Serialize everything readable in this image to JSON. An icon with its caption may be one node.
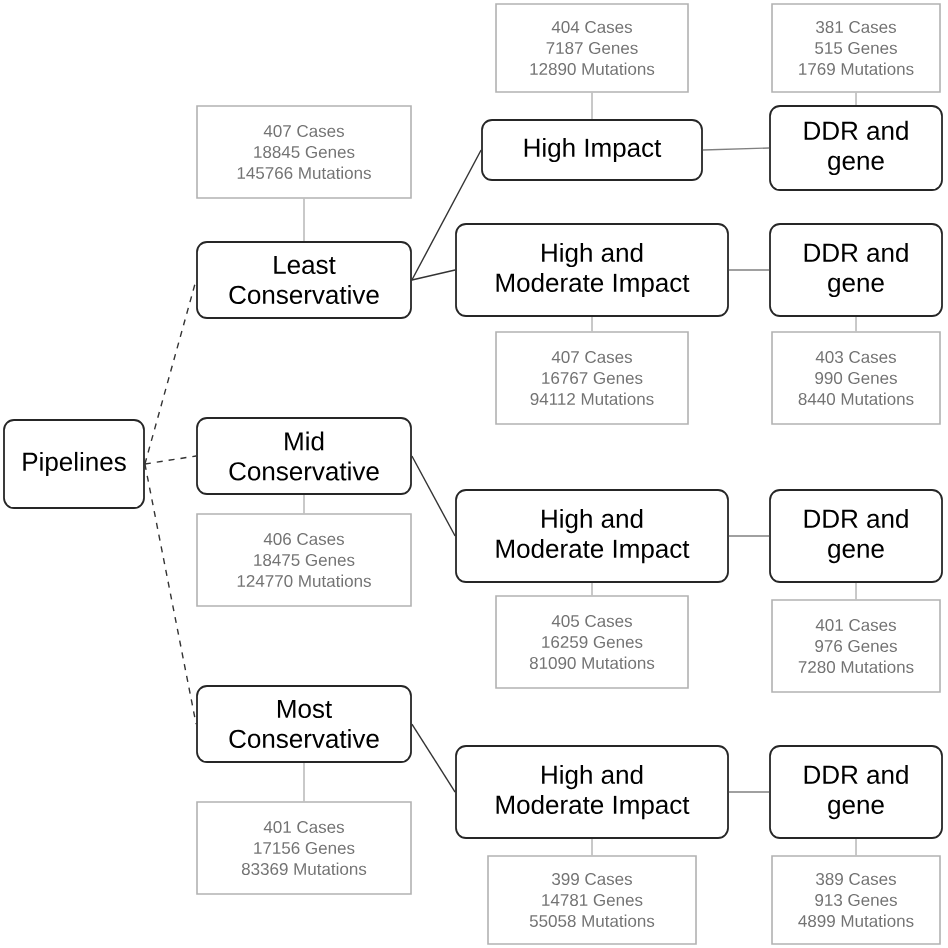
{
  "diagram": {
    "nodes": [
      {
        "text": [
          "Pipelines"
        ]
      },
      {
        "text": [
          "407 Cases",
          "18845 Genes",
          "145766 Mutations"
        ]
      },
      {
        "text": [
          "Least Conservative"
        ]
      },
      {
        "text": [
          "Mid Conservative"
        ]
      },
      {
        "text": [
          "406 Cases",
          "18475 Genes",
          "124770 Mutations"
        ]
      },
      {
        "text": [
          "Most Conservative"
        ]
      },
      {
        "text": [
          "401 Cases",
          "17156 Genes",
          "83369 Mutations"
        ]
      },
      {
        "text": [
          "404 Cases",
          "7187 Genes",
          "12890 Mutations"
        ]
      },
      {
        "text": [
          "High Impact"
        ]
      },
      {
        "text": [
          "High and Moderate Impact"
        ]
      },
      {
        "text": [
          "407 Cases",
          "16767 Genes",
          "94112 Mutations"
        ]
      },
      {
        "text": [
          "High and Moderate Impact"
        ]
      },
      {
        "text": [
          "405 Cases",
          "16259 Genes",
          "81090 Mutations"
        ]
      },
      {
        "text": [
          "High and Moderate Impact"
        ]
      },
      {
        "text": [
          "399 Cases",
          "14781 Genes",
          "55058 Mutations"
        ]
      },
      {
        "text": [
          "381 Cases",
          "515 Genes",
          "1769 Mutations"
        ]
      },
      {
        "text": [
          "DDR and gene"
        ]
      },
      {
        "text": [
          "DDR and gene"
        ]
      },
      {
        "text": [
          "403 Cases",
          "990 Genes",
          "8440 Mutations"
        ]
      },
      {
        "text": [
          "DDR and gene"
        ]
      },
      {
        "text": [
          "401 Cases",
          "976 Genes",
          "7280 Mutations"
        ]
      },
      {
        "text": [
          "DDR and gene"
        ]
      },
      {
        "text": [
          "389 Cases",
          "913 Genes",
          "4899 Mutations"
        ]
      }
    ],
    "edges": [
      {
        "from": 0,
        "to": 2,
        "arrow": "none",
        "style": "dashed",
        "color": "#333333"
      },
      {
        "from": 0,
        "to": 3,
        "arrow": "none",
        "style": "dashed",
        "color": "#333333"
      },
      {
        "from": 0,
        "to": 5,
        "arrow": "none",
        "style": "dashed",
        "color": "#333333"
      },
      {
        "from": 2,
        "to": 1,
        "arrow": "none"
      },
      {
        "from": 3,
        "to": 4,
        "arrow": "none"
      },
      {
        "from": 5,
        "to": 6,
        "arrow": "none"
      },
      {
        "from": 2,
        "to": 8,
        "arrow": "none",
        "color": "#333333"
      },
      {
        "from": 2,
        "to": 9,
        "arrow": "none",
        "color": "#333333"
      },
      {
        "from": 3,
        "to": 11,
        "arrow": "none",
        "color": "#333333"
      },
      {
        "from": 5,
        "to": 13,
        "arrow": "none",
        "color": "#333333"
      },
      {
        "from": 8,
        "to": 7,
        "arrow": "none"
      },
      {
        "from": 9,
        "to": 10,
        "arrow": "none"
      },
      {
        "from": 11,
        "to": 12,
        "arrow": "none"
      },
      {
        "from": 13,
        "to": 14,
        "arrow": "none"
      },
      {
        "from": 8,
        "to": 16,
        "arrow": "none",
        "color": "#808080"
      },
      {
        "from": 9,
        "to": 17,
        "arrow": "none",
        "color": "#808080"
      },
      {
        "from": 11,
        "to": 19,
        "arrow": "none",
        "color": "#808080"
      },
      {
        "from": 13,
        "to": 21,
        "arrow": "none",
        "color": "#808080"
      },
      {
        "from": 16,
        "to": 15,
        "arrow": "none"
      },
      {
        "from": 17,
        "to": 18,
        "arrow": "none"
      },
      {
        "from": 19,
        "to": 20,
        "arrow": "none"
      },
      {
        "from": 21,
        "to": 22,
        "arrow": "none"
      }
    ]
  }
}
